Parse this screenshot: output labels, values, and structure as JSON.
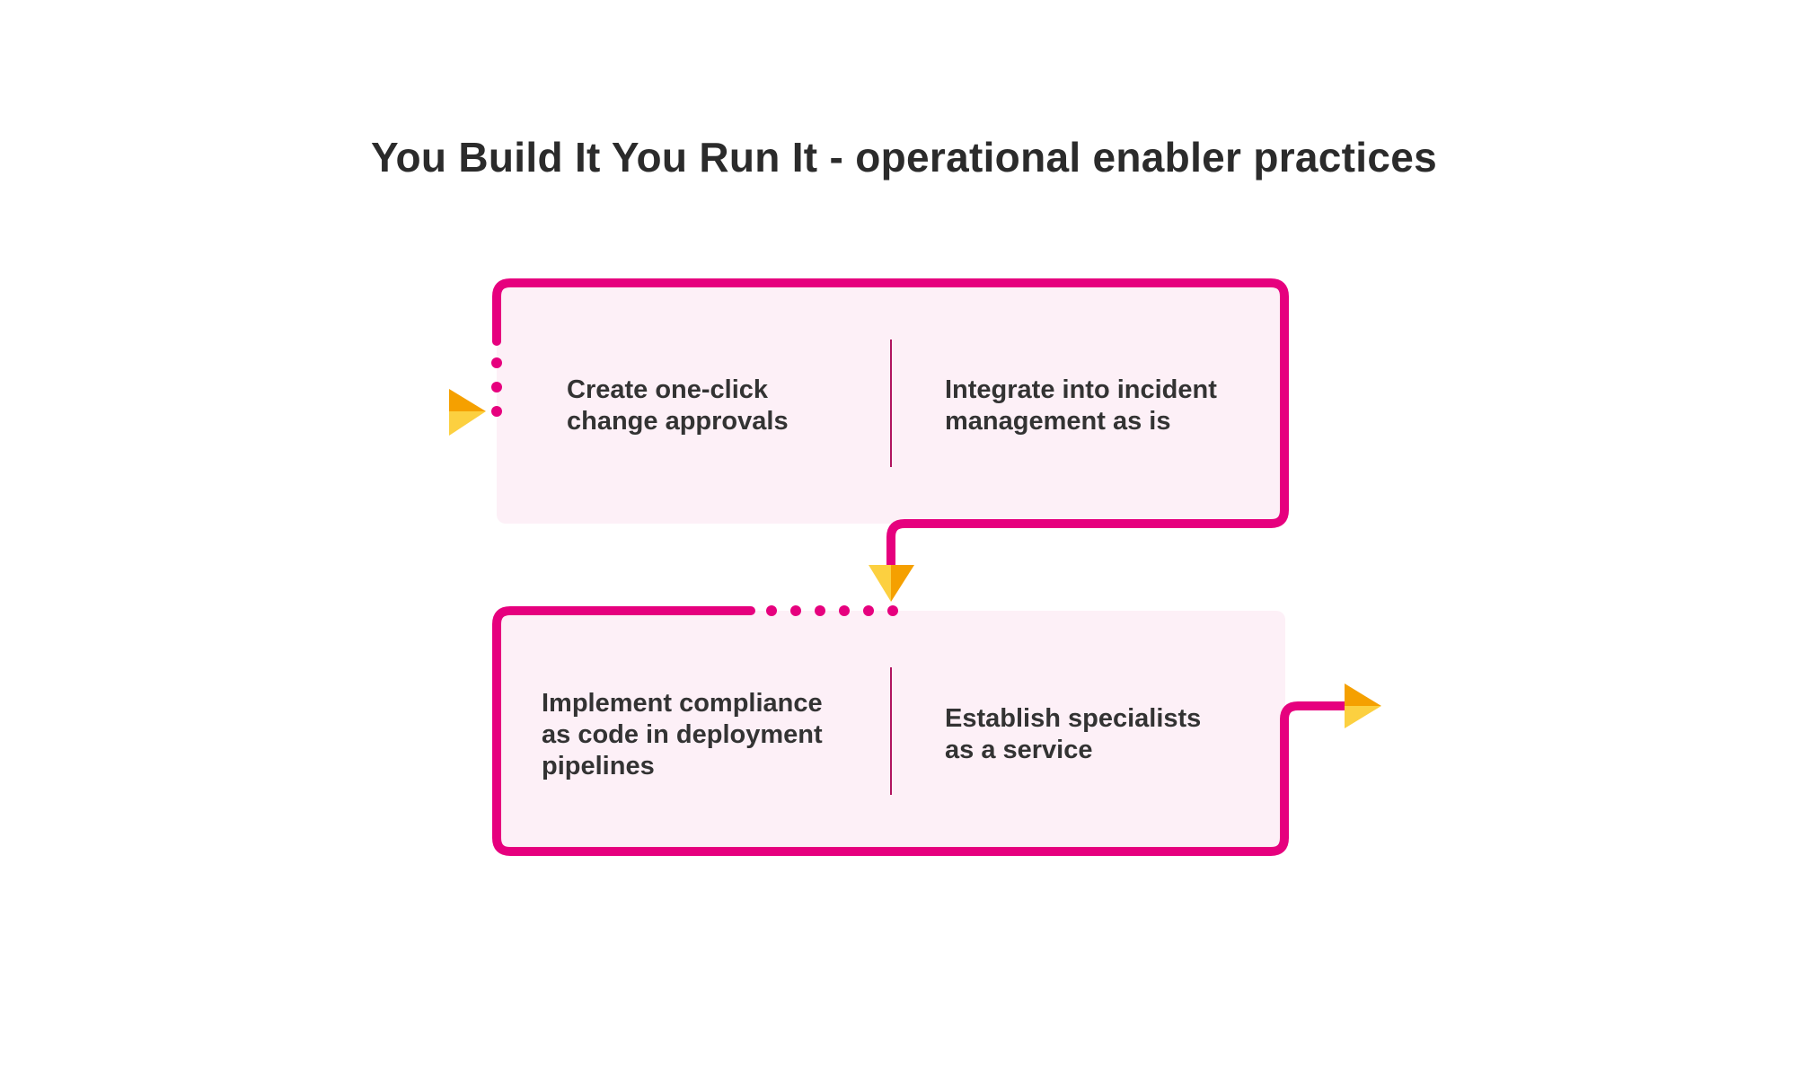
{
  "title": "You Build It You Run It - operational enabler practices",
  "colors": {
    "path": "#E6007E",
    "panel": "#FDF0F7",
    "divider": "#B0145F",
    "arrow_dark": "#F5A000",
    "arrow_light": "#FCD040",
    "text": "#333333"
  },
  "rows": [
    {
      "steps": [
        {
          "lines": [
            "Create one-click",
            "change approvals"
          ]
        },
        {
          "lines": [
            "Integrate into incident",
            "management as is"
          ]
        }
      ]
    },
    {
      "steps": [
        {
          "lines": [
            "Implement compliance",
            "as code in deployment",
            "pipelines"
          ]
        },
        {
          "lines": [
            "Establish specialists",
            "as a service"
          ]
        }
      ]
    }
  ],
  "icons": [
    "start-arrow-icon",
    "down-arrow-icon",
    "end-arrow-icon"
  ]
}
